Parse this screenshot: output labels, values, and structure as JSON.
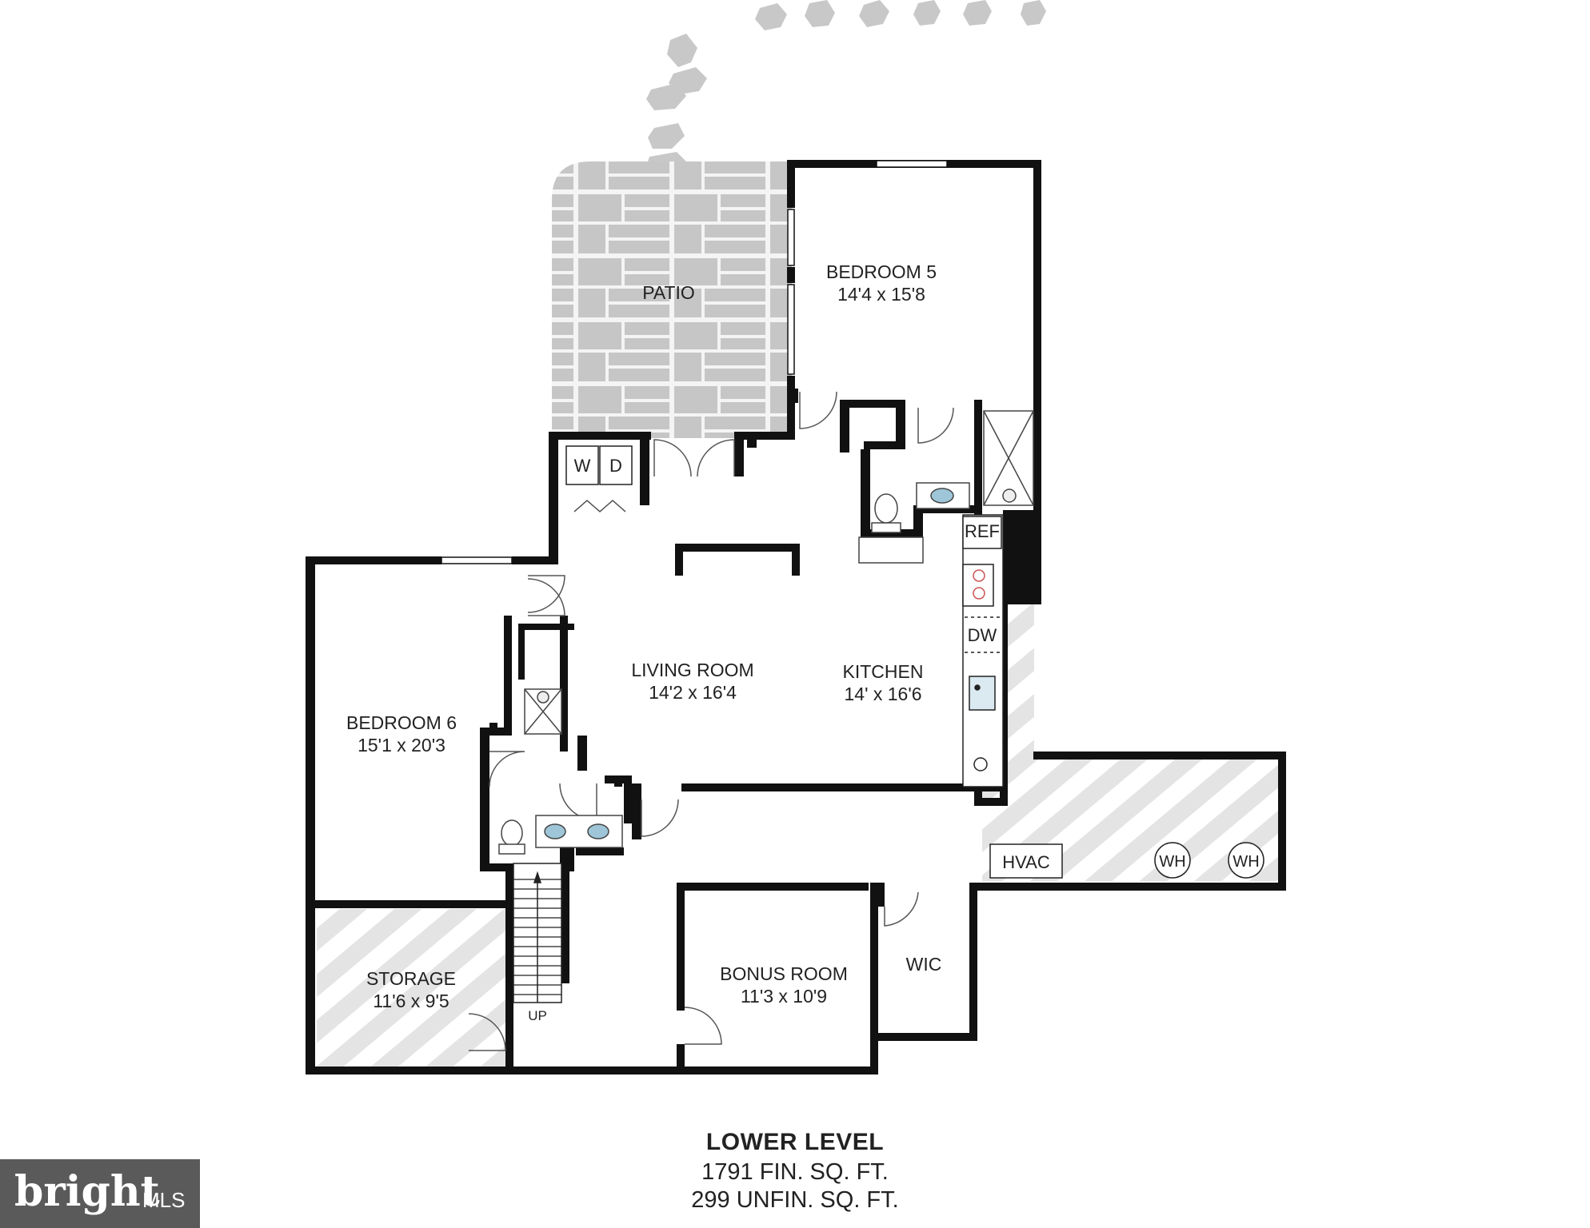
{
  "rooms": {
    "patio": {
      "name": "PATIO"
    },
    "bedroom5": {
      "name": "BEDROOM 5",
      "dims": "14'4 x 15'8"
    },
    "living": {
      "name": "LIVING ROOM",
      "dims": "14'2 x 16'4"
    },
    "kitchen": {
      "name": "KITCHEN",
      "dims": "14' x 16'6"
    },
    "bedroom6": {
      "name": "BEDROOM 6",
      "dims": "15'1 x 20'3"
    },
    "storage": {
      "name": "STORAGE",
      "dims": "11'6 x 9'5"
    },
    "bonus": {
      "name": "BONUS ROOM",
      "dims": "11'3 x 10'9"
    },
    "wic": {
      "name": "WIC"
    }
  },
  "fixtures": {
    "washer": "W",
    "dryer": "D",
    "ref": "REF",
    "dw": "DW",
    "hvac": "HVAC",
    "wh1": "WH",
    "wh2": "WH",
    "up": "UP"
  },
  "footer": {
    "title": "LOWER LEVEL",
    "finished": "1791 FIN. SQ. FT.",
    "unfinished": "299 UNFIN. SQ. FT."
  },
  "watermark": {
    "brand": "bright",
    "suffix": "MLS"
  },
  "colors": {
    "wall": "#111111",
    "patio": "#c8c8c8",
    "hatch": "#e4e4e4",
    "background": "#ffffff"
  }
}
